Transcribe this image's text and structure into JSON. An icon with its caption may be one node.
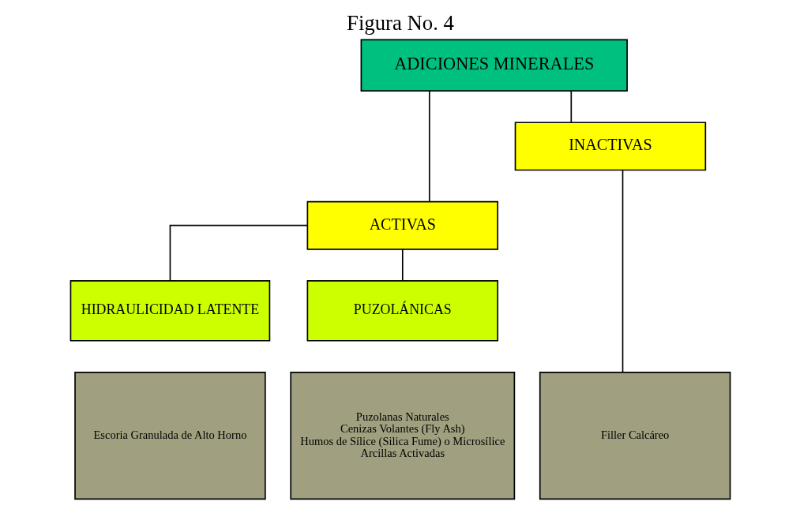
{
  "diagram": {
    "title": "Figura No. 4",
    "nodes": [
      {
        "text": [
          "ADICIONES MINERALES"
        ]
      },
      {
        "text": [
          "ACTIVAS"
        ]
      },
      {
        "text": [
          "INACTIVAS"
        ]
      },
      {
        "text": [
          "HIDRAULICIDAD LATENTE"
        ]
      },
      {
        "text": [
          "PUZOLÁNICAS"
        ]
      },
      {
        "text": [
          "Escoria Granulada de Alto Horno"
        ]
      },
      {
        "text": [
          "Puzolanas Naturales",
          "Cenizas Volantes (Fly Ash)",
          "Humos de Sílice (Silica Fume) o Microsílice",
          "Arcillas Activadas"
        ]
      },
      {
        "text": [
          "Filler Calcáreo"
        ]
      }
    ],
    "edges": [
      {
        "from": 0,
        "to": 1,
        "arrow": "none"
      },
      {
        "from": 0,
        "to": 2,
        "arrow": "none"
      },
      {
        "from": 1,
        "to": 3,
        "arrow": "none"
      },
      {
        "from": 1,
        "to": 4,
        "arrow": "none"
      },
      {
        "from": 2,
        "to": 7,
        "arrow": "none"
      }
    ]
  }
}
